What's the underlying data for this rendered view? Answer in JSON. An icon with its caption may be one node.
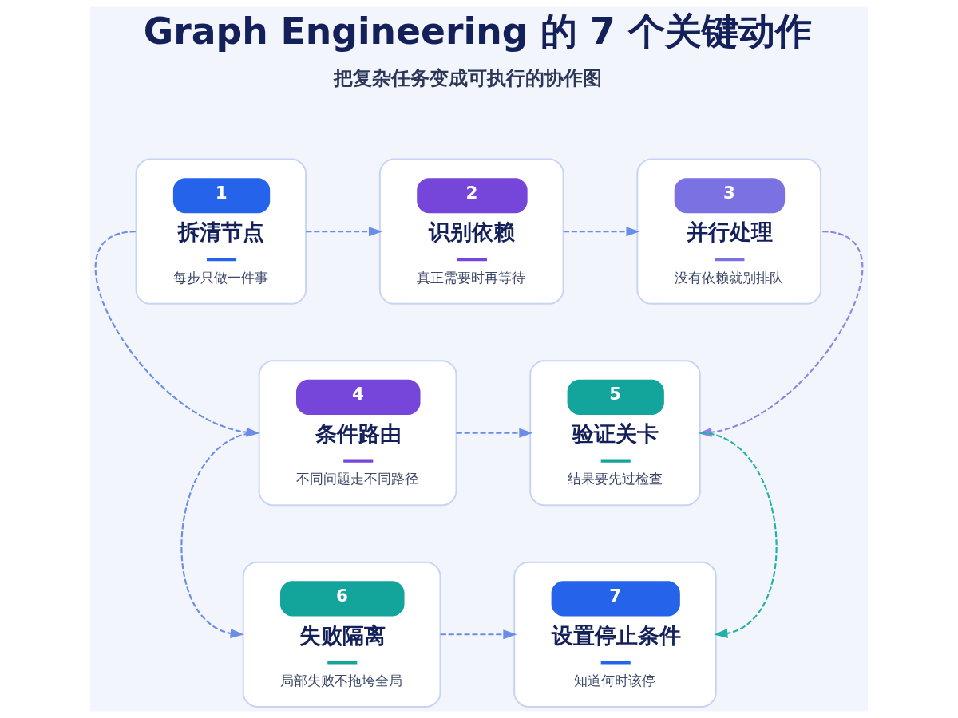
{
  "diagram": {
    "title": "Graph Engineering 的 7 个关键动作",
    "nodes": [
      {
        "text": [
          "1",
          "拆清节点",
          "每步只做一件事"
        ]
      },
      {
        "text": [
          "2",
          "识别依赖",
          "真正需要时再等待"
        ]
      },
      {
        "text": [
          "3",
          "并行处理",
          "没有依赖就别排队"
        ]
      },
      {
        "text": [
          "4",
          "条件路由",
          "不同问题走不同路径"
        ]
      },
      {
        "text": [
          "5",
          "验证关卡",
          "结果要先过检查"
        ]
      },
      {
        "text": [
          "6",
          "失败隔离",
          "局部失败不拖垮全局"
        ]
      },
      {
        "text": [
          "7",
          "设置停止条件",
          "知道何时该停"
        ]
      }
    ],
    "edges": [
      {
        "from": 0,
        "to": 1,
        "arrow": "to",
        "style": "dashed"
      },
      {
        "from": 1,
        "to": 2,
        "arrow": "to",
        "style": "dashed"
      },
      {
        "from": 0,
        "to": 3,
        "arrow": "to",
        "style": "dashed"
      },
      {
        "from": 2,
        "to": 4,
        "arrow": "to",
        "style": "dashed",
        "color": "#8d84e3"
      },
      {
        "from": 3,
        "to": 4,
        "arrow": "to",
        "style": "dashed"
      },
      {
        "from": 3,
        "to": 5,
        "arrow": "to",
        "style": "dashed"
      },
      {
        "from": 4,
        "to": 6,
        "arrow": "to",
        "style": "dashed",
        "color": "#22b0a8"
      },
      {
        "from": 5,
        "to": 6,
        "arrow": "to",
        "style": "dashed"
      }
    ],
    "labels": [
      "把复杂任务变成可执行的协作图"
    ]
  }
}
